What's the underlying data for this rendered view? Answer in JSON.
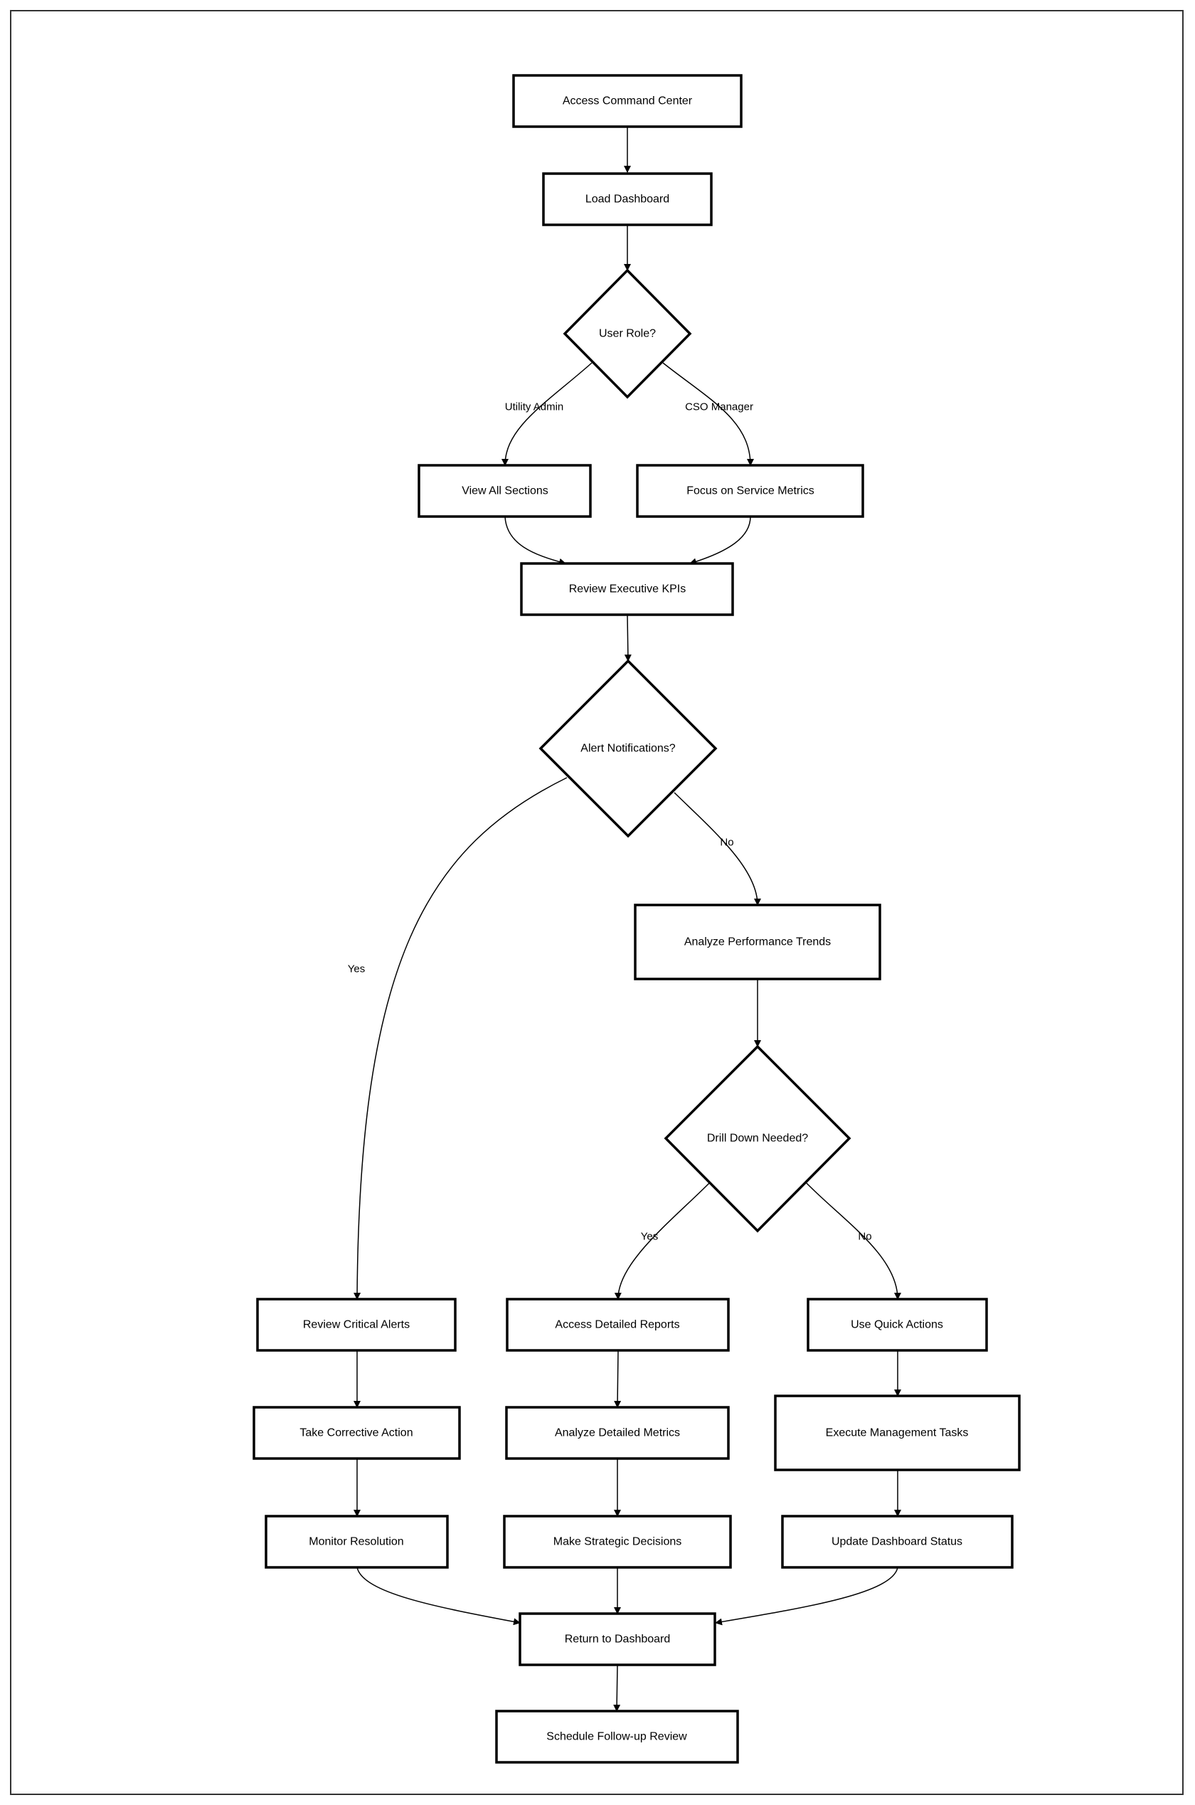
{
  "diagram": {
    "nodes": {
      "access_command_center": "Access Command Center",
      "load_dashboard": "Load Dashboard",
      "user_role": "User Role?",
      "view_all_sections": "View All Sections",
      "focus_service_metrics": "Focus on Service Metrics",
      "review_executive_kpis": "Review Executive KPIs",
      "alert_notifications": "Alert Notifications?",
      "analyze_performance_trends": "Analyze Performance Trends",
      "drill_down_needed": "Drill Down Needed?",
      "review_critical_alerts": "Review Critical Alerts",
      "access_detailed_reports": "Access Detailed Reports",
      "use_quick_actions": "Use Quick Actions",
      "take_corrective_action": "Take Corrective Action",
      "analyze_detailed_metrics": "Analyze Detailed Metrics",
      "execute_management_tasks": "Execute Management Tasks",
      "monitor_resolution": "Monitor Resolution",
      "make_strategic_decisions": "Make Strategic Decisions",
      "update_dashboard_status": "Update Dashboard Status",
      "return_to_dashboard": "Return to Dashboard",
      "schedule_followup_review": "Schedule Follow-up Review"
    },
    "edge_labels": {
      "utility_admin": "Utility Admin",
      "cso_manager": "CSO Manager",
      "alerts_yes": "Yes",
      "alerts_no": "No",
      "drill_yes": "Yes",
      "drill_no": "No"
    }
  }
}
